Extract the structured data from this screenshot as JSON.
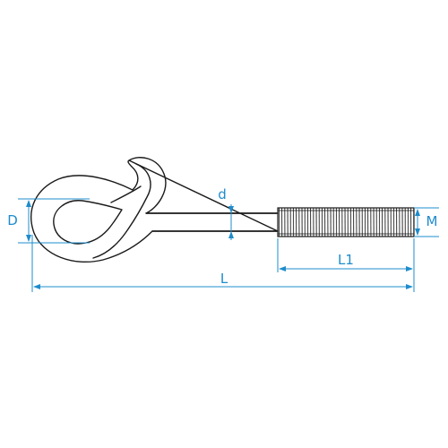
{
  "colors": {
    "outline": "#1a1a1a",
    "dimension": "#1e8ccc",
    "background": "#ffffff"
  },
  "labels": {
    "eye_diameter": "D",
    "shank_diameter": "d",
    "thread_size": "M",
    "thread_length": "L1",
    "total_length": "L"
  }
}
